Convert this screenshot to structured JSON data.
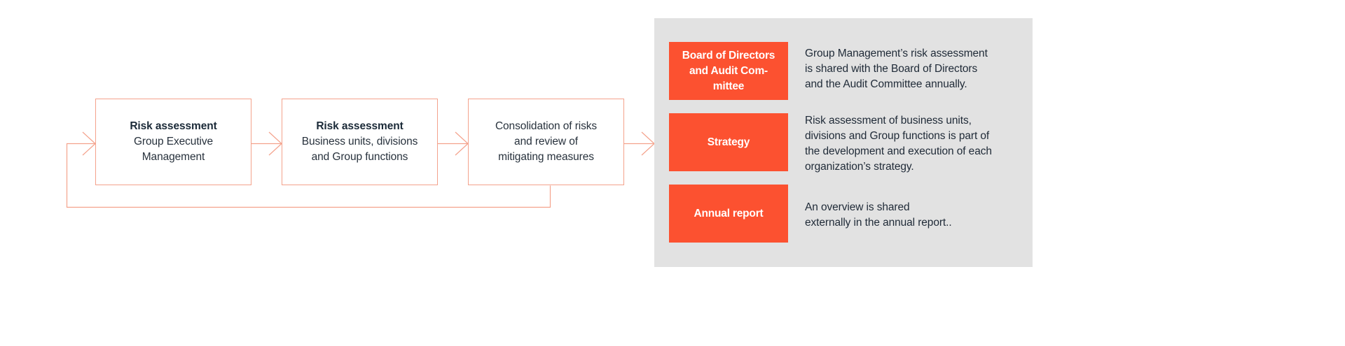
{
  "theme": {
    "accent_orange": "#FC5130",
    "connector_line": "#F4A28C",
    "panel_bg": "#E2E2E2",
    "text_dark": "#1F2A37",
    "page_bg": "#FFFFFF"
  },
  "flow": {
    "boxes": [
      {
        "id": "risk-assessment-gem",
        "title": "Risk assessment",
        "line2": "Group Executive",
        "line3": "Management"
      },
      {
        "id": "risk-assessment-bu",
        "title": "Risk assessment",
        "line2": "Business units, divisions",
        "line3": "and Group functions"
      },
      {
        "id": "consolidation",
        "title": "Consolidation of risks",
        "line2": "and review of",
        "line3": "mitigating measures"
      }
    ]
  },
  "panel": {
    "rows": [
      {
        "tag": "Board of Directors and Com-mittee",
        "tag_line1": "Board of Directors",
        "tag_line2": "and Audit Com-",
        "tag_line3": "mittee",
        "description": "Group Management’s risk assessment\nis shared with the Board of Directors\nand the Audit Committee annually."
      },
      {
        "tag": "Strategy",
        "tag_line1": "Strategy",
        "tag_line2": "",
        "tag_line3": "",
        "description": "Risk assessment of business units,\ndivisions and Group functions is part of\nthe development and execution of each\norganization’s strategy."
      },
      {
        "tag": "Annual report",
        "tag_line1": "Annual report",
        "tag_line2": "",
        "tag_line3": "",
        "description": "An overview is shared\nexternally in the annual report.."
      }
    ]
  }
}
